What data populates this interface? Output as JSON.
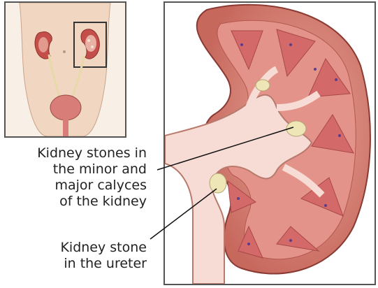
{
  "labels": {
    "calyces_stones": [
      "Kidney stones in",
      "the minor and",
      "major calyces",
      "of the kidney"
    ],
    "ureter_stone": [
      "Kidney stone",
      "in the ureter"
    ]
  }
}
